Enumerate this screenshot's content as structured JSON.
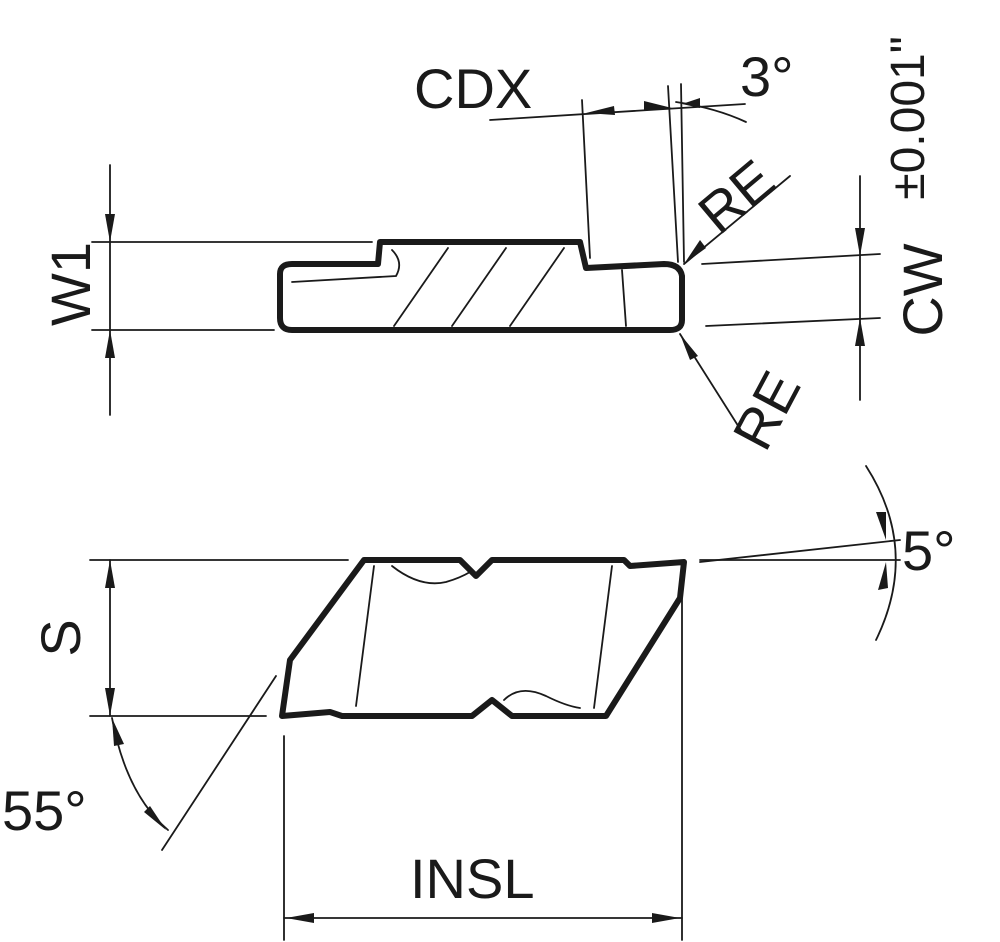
{
  "labels": {
    "w1": "W1",
    "cdx": "CDX",
    "angle_relief": "3°",
    "re_top": "RE",
    "re_bottom": "RE",
    "cw": "CW",
    "cw_tolerance": "±0.001\"",
    "angle_clearance": "5°",
    "s": "S",
    "angle_included": "55°",
    "insl": "INSL"
  }
}
